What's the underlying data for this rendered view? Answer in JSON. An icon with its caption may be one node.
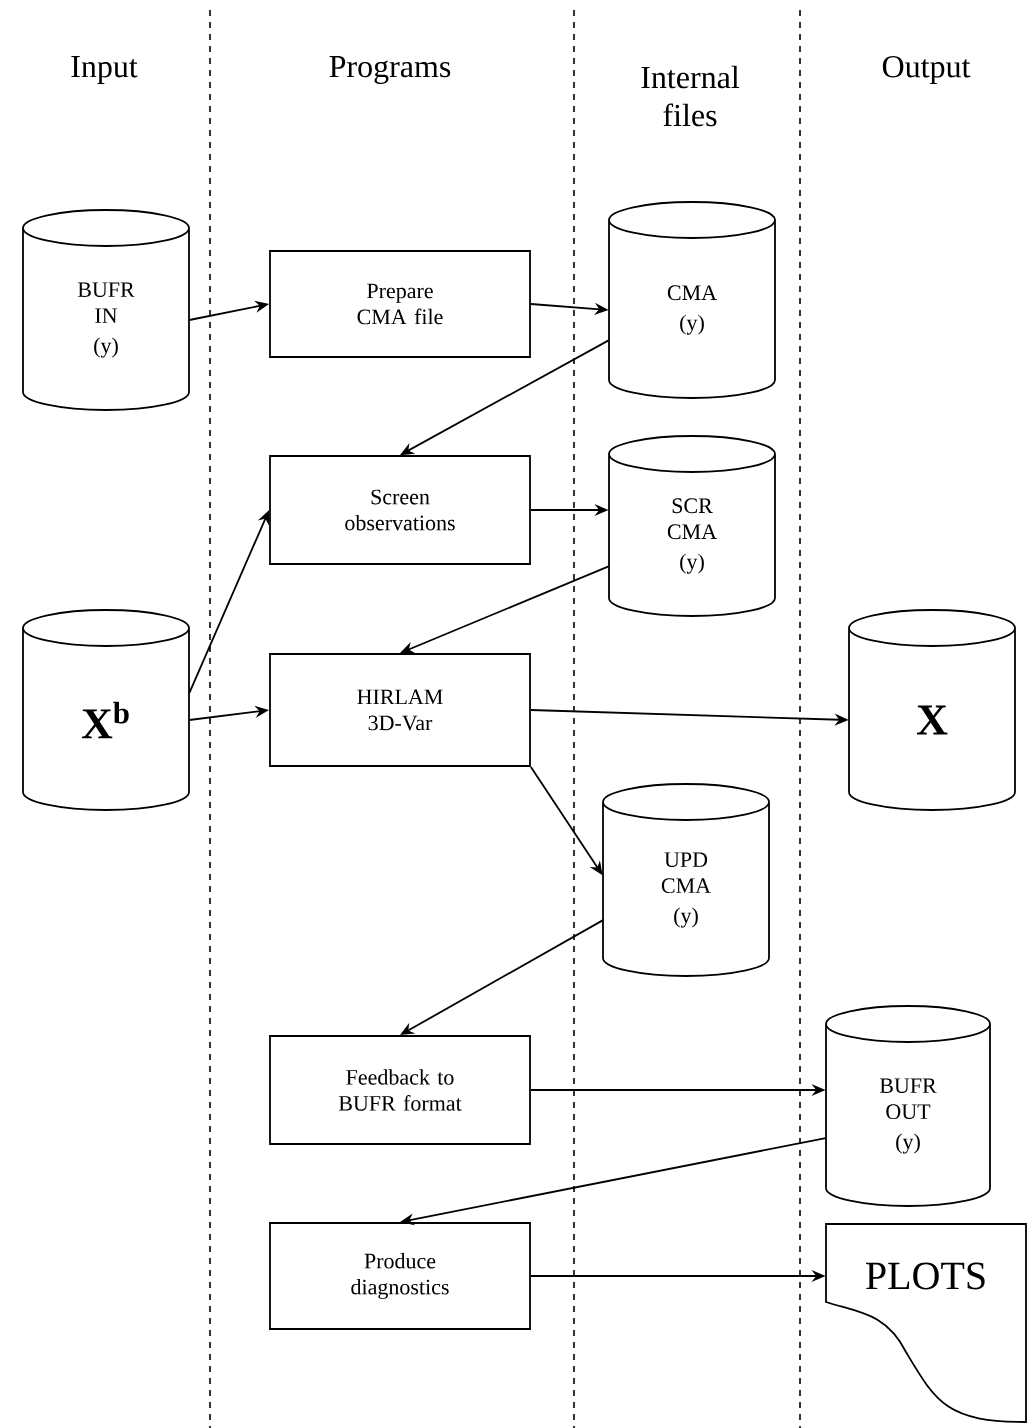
{
  "diagram": {
    "nodes": [
      {
        "text": [
          "BUFR IN",
          "(y)"
        ]
      },
      {
        "text": [
          "Prepare CMA file"
        ]
      },
      {
        "text": [
          "CMA",
          "(y)"
        ]
      },
      {
        "text": [
          "Screen observations"
        ]
      },
      {
        "text": [
          "SCR CMA",
          "(y)"
        ]
      },
      {
        "text": [
          "X$^{b}$"
        ]
      },
      {
        "text": [
          "HIRLAM 3D-Var"
        ]
      },
      {
        "text": [
          "X"
        ]
      },
      {
        "text": [
          "UPD CMA",
          "(y)"
        ]
      },
      {
        "text": [
          "Feedback to BUFR format"
        ]
      },
      {
        "text": [
          "BUFR OUT",
          "(y)"
        ]
      },
      {
        "text": [
          "Produce diagnostics"
        ]
      },
      {
        "text": [
          "PLOTS"
        ]
      }
    ],
    "edges": [
      {
        "from": 0,
        "to": 1,
        "arrow": "to"
      },
      {
        "from": 1,
        "to": 2,
        "arrow": "to"
      },
      {
        "from": 2,
        "to": 3,
        "arrow": "to"
      },
      {
        "from": 5,
        "to": 3,
        "arrow": "to"
      },
      {
        "from": 3,
        "to": 4,
        "arrow": "to"
      },
      {
        "from": 4,
        "to": 6,
        "arrow": "to"
      },
      {
        "from": 5,
        "to": 6,
        "arrow": "to"
      },
      {
        "from": 6,
        "to": 7,
        "arrow": "to"
      },
      {
        "from": 6,
        "to": 8,
        "arrow": "to"
      },
      {
        "from": 8,
        "to": 9,
        "arrow": "to"
      },
      {
        "from": 9,
        "to": 10,
        "arrow": "to"
      },
      {
        "from": 10,
        "to": 11,
        "arrow": "to"
      },
      {
        "from": 11,
        "to": 12,
        "arrow": "to"
      }
    ],
    "labels": [
      "Input",
      "Programs",
      "Internal files",
      "Output"
    ]
  }
}
